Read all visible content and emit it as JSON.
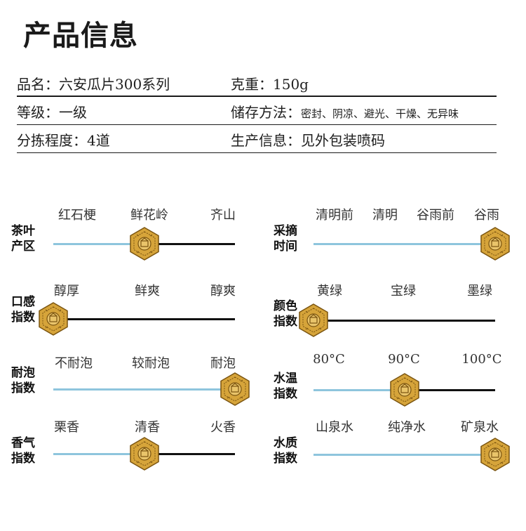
{
  "title": "产品信息",
  "info": {
    "rows": [
      {
        "left": {
          "label": "品名：",
          "value": "六安瓜片300系列"
        },
        "right": {
          "label": "克重：",
          "value": "150g"
        }
      },
      {
        "left": {
          "label": "等级：",
          "value": "一级"
        },
        "right": {
          "label": "储存方法：",
          "value": "密封、阴凉、避光、干燥、无异味"
        }
      },
      {
        "left": {
          "label": "分拣程度：",
          "value": "4道"
        },
        "right": {
          "label": "生产信息：",
          "value": "见外包装喷码"
        }
      }
    ]
  },
  "scales": {
    "origin": {
      "label_line1": "茶叶",
      "label_line2": "产区",
      "options": [
        "红石梗",
        "鲜花岭",
        "齐山"
      ],
      "selected": "鲜花岭",
      "level": 0.5
    },
    "picking": {
      "label_line1": "采摘",
      "label_line2": "时间",
      "options": [
        "清明前",
        "清明",
        "谷雨前",
        "谷雨"
      ],
      "selected": "谷雨",
      "level": 1.0
    },
    "taste": {
      "label_line1": "口感",
      "label_line2": "指数",
      "options": [
        "醇厚",
        "鲜爽",
        "醇爽"
      ],
      "selected": "醇厚",
      "level": 0.0
    },
    "color": {
      "label_line1": "颜色",
      "label_line2": "指数",
      "options": [
        "黄绿",
        "宝绿",
        "墨绿"
      ],
      "selected": "黄绿",
      "level": 0.0
    },
    "steep": {
      "label_line1": "耐泡",
      "label_line2": "指数",
      "options": [
        "不耐泡",
        "较耐泡",
        "耐泡"
      ],
      "selected": "耐泡",
      "level": 1.0
    },
    "temperature": {
      "label_line1": "水温",
      "label_line2": "指数",
      "options": [
        "80°C",
        "90°C",
        "100°C"
      ],
      "selected": "90°C",
      "level": 0.5
    },
    "aroma": {
      "label_line1": "香气",
      "label_line2": "指数",
      "options": [
        "栗香",
        "清香",
        "火香"
      ],
      "selected": "清香",
      "level": 0.5
    },
    "water": {
      "label_line1": "水质",
      "label_line2": "指数",
      "options": [
        "山泉水",
        "纯净水",
        "矿泉水"
      ],
      "selected": "矿泉水",
      "level": 1.0
    }
  },
  "colors": {
    "track_filled": "#8ec5dd",
    "track_rest": "#111111",
    "badge_gold": "#d6a43a",
    "badge_dark": "#7a5410"
  },
  "icons": {
    "marker": "hexagon-seal-icon"
  }
}
